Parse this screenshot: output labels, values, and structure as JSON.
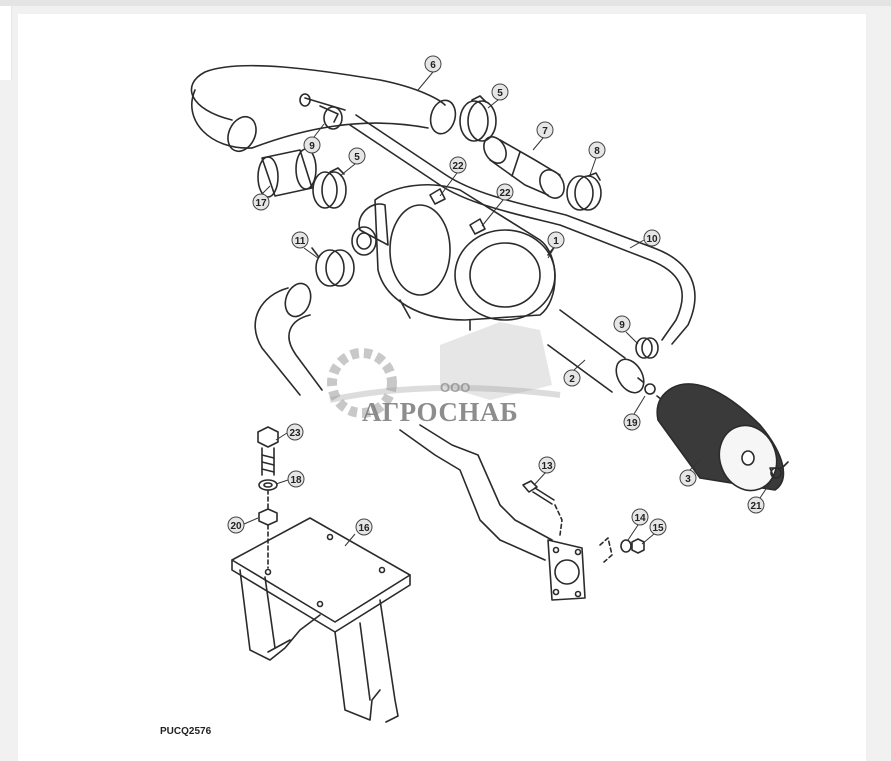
{
  "figure_code": "PUCQ2576",
  "watermark": {
    "company_form": "ООО",
    "name": "АГРОСНАБ"
  },
  "callouts": [
    "6",
    "5",
    "9",
    "7",
    "8",
    "22",
    "22",
    "5",
    "17",
    "10",
    "1",
    "11",
    "9",
    "2",
    "19",
    "3",
    "21",
    "23",
    "18",
    "20",
    "13",
    "16",
    "14",
    "15"
  ],
  "colors": {
    "line": "#2b2b2b",
    "callout_fill": "#e6e6e6",
    "watermark": "#8c8c8c"
  }
}
